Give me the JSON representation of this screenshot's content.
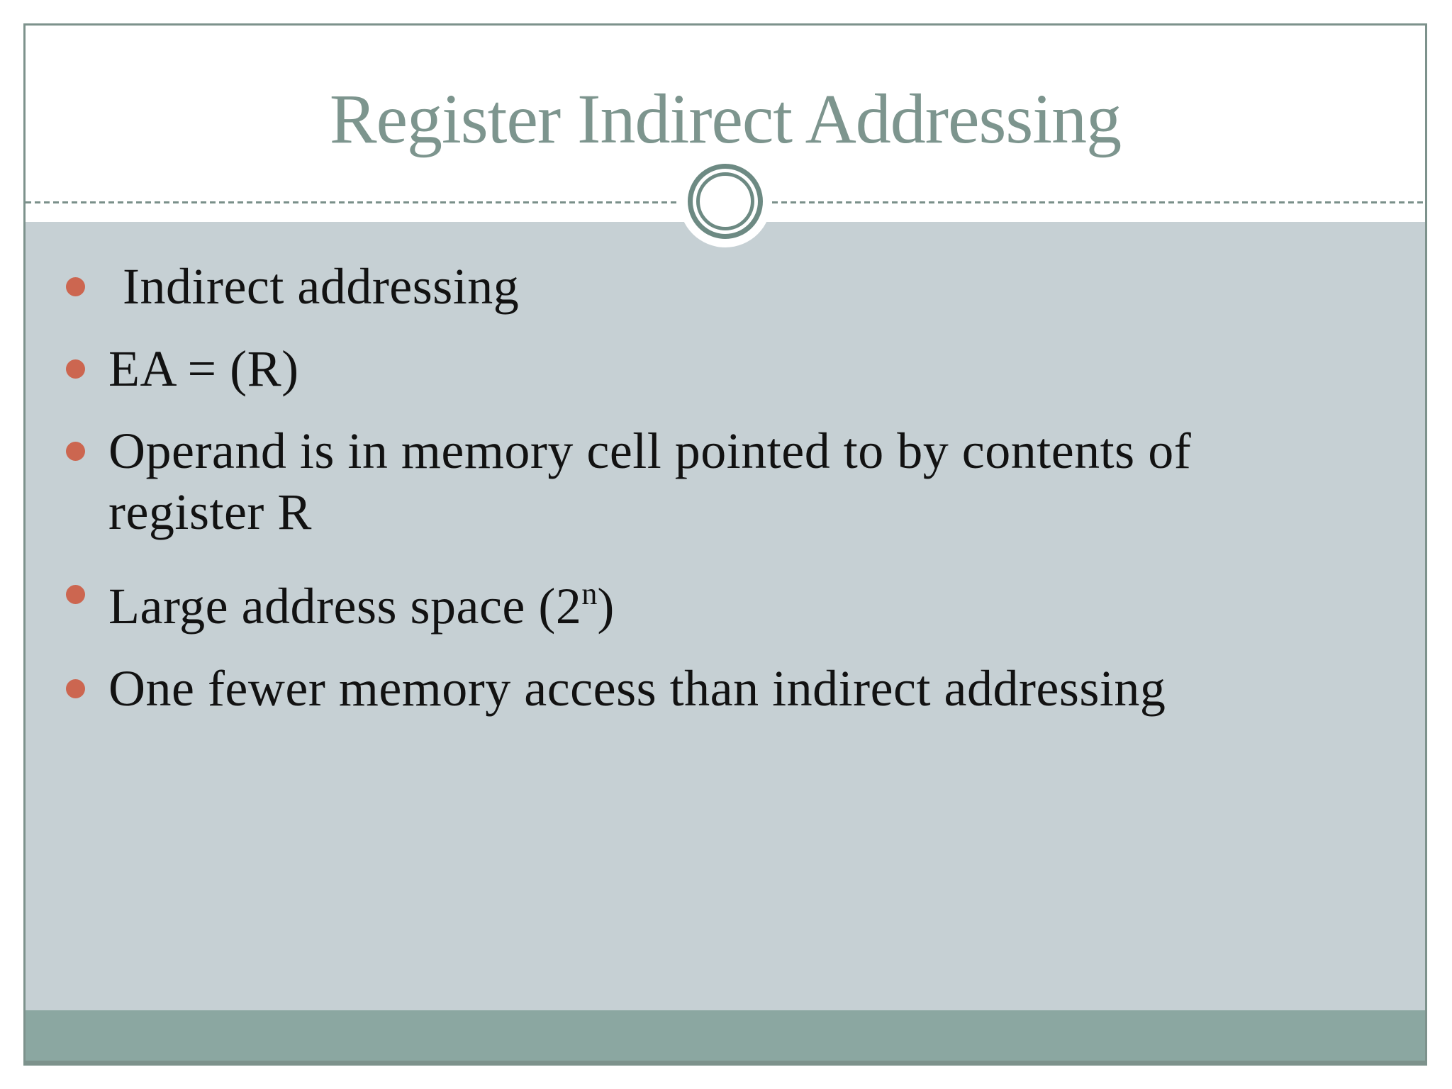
{
  "theme": {
    "page_bg": "#ffffff",
    "slide_border": "#7d928c",
    "title_color": "#7d958e",
    "body_bg": "#c6d0d4",
    "body_text": "#121212",
    "bullet_color": "#cc6650",
    "ornament_ring": "#6d8a83",
    "dash_color": "#7a908a",
    "footer_bar": "#8ba7a1"
  },
  "slide": {
    "title": "Register Indirect Addressing",
    "bullets": [
      {
        "lines": [
          "Indirect addressing"
        ]
      },
      {
        "lines": [
          "EA = (R)"
        ]
      },
      {
        "lines": [
          "Operand is in memory cell pointed to by contents of",
          "register R"
        ]
      },
      {
        "prefix": "Large address space (2",
        "sup": "n",
        "suffix": ")"
      },
      {
        "lines": [
          "One fewer memory access than indirect addressing"
        ]
      }
    ]
  }
}
